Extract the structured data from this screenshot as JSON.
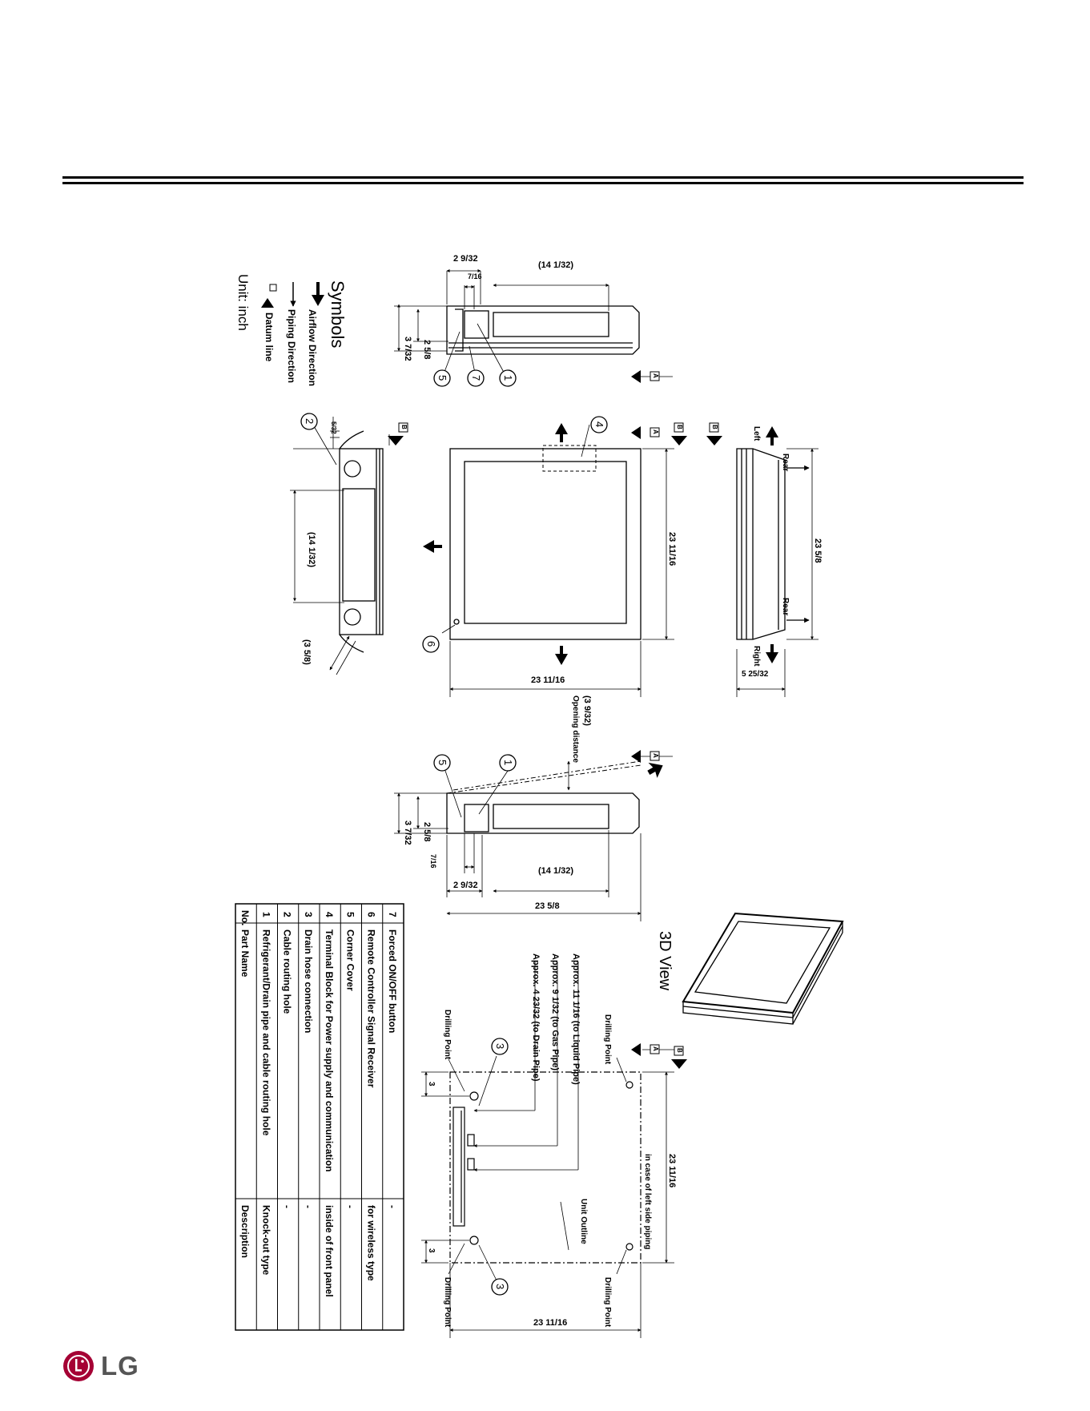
{
  "symbols": {
    "title": "Symbols",
    "airflow": "Airflow Direction",
    "piping": "Piping Direction",
    "datum": "Datum line",
    "unit": "Unit: inch"
  },
  "datum_labels": {
    "a": "A",
    "b": "B"
  },
  "dims": {
    "top_2_9_32": "2 9/32",
    "top_7_16": "7/16",
    "top_14_1_32": "(14 1/32)",
    "top_3_7_32": "3 7/32",
    "top_2_5_8": "2 5/8",
    "left_5_32": "5/32",
    "left_14_1_32": "(14 1/32)",
    "left_3_5_8": "(3 5/8)",
    "center_23_11_16_v": "23 11/16",
    "center_23_11_16_h": "23 11/16",
    "right_23_5_8": "23 5/8",
    "right_5_25_32": "5 25/32",
    "front_3_9_32": "(3 9/32)",
    "opening_distance": "Opening distance",
    "front_3_7_32": "3 7/32",
    "front_2_5_8": "2 5/8",
    "front_7_16": "7/16",
    "front_2_9_32": "2 9/32",
    "front_14_1_32": "(14 1/32)",
    "front_23_5_8": "23 5/8",
    "templ_23_11_16_v": "23 11/16",
    "templ_23_11_16_h": "23 11/16",
    "templ_3_a": "3",
    "templ_3_b": "3"
  },
  "side_labels": {
    "left": "Left",
    "right": "Right",
    "rear_a": "Rear",
    "rear_b": "Rear"
  },
  "view_3d": "3D View",
  "template": {
    "drilling_point": "Drilling Point",
    "approx_liquid": "Approx. 11 1/16 (to Liquid Pipe)",
    "approx_gas": "Approx. 9 1/32 (to Gas Pipe)",
    "approx_drain": "Approx. 4 23/32 (to Drain Pipe)",
    "left_side_piping": "in case of left side piping",
    "unit_outline": "Unit Outline"
  },
  "callouts": {
    "c1": "1",
    "c2": "2",
    "c3": "3",
    "c4": "4",
    "c5": "5",
    "c6": "6",
    "c7": "7"
  },
  "parts_table": {
    "headers": {
      "no": "No.",
      "name": "Part Name",
      "desc": "Description"
    },
    "rows": [
      {
        "no": "7",
        "name": "Forced ON/OFF button",
        "desc": "-"
      },
      {
        "no": "6",
        "name": "Remote Controller Signal Receiver",
        "desc": "for wireless type"
      },
      {
        "no": "5",
        "name": "Corner Cover",
        "desc": "-"
      },
      {
        "no": "4",
        "name": "Terminal Block for Power supply and communication",
        "desc": "inside of front panel"
      },
      {
        "no": "3",
        "name": "Drain hose connection",
        "desc": "-"
      },
      {
        "no": "2",
        "name": "Cable routing hole",
        "desc": "-"
      },
      {
        "no": "1",
        "name": "Refrigerant/Drain pipe and cable routing hole",
        "desc": "Knock-out type"
      }
    ]
  },
  "brand": {
    "name": "LG",
    "accent": "#a50034"
  }
}
